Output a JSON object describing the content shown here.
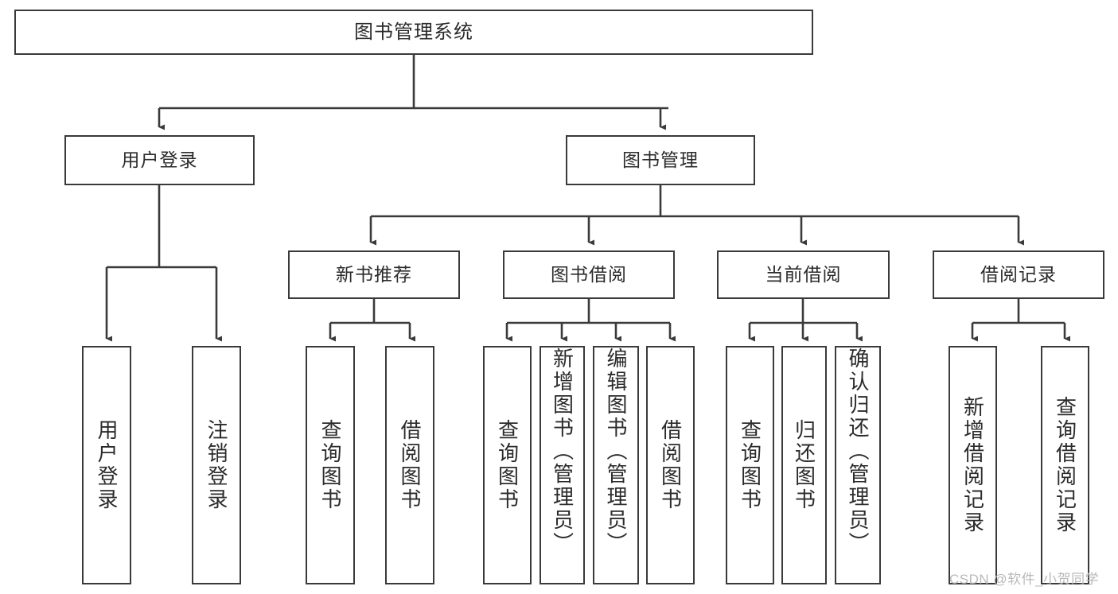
{
  "diagram": {
    "type": "hierarchy-tree",
    "title": "图书管理系统",
    "watermark": "CSDN @软件_小贺同学",
    "colors": {
      "box_border": "#3a3a3a",
      "box_fill": "#ffffff",
      "edge": "#3a3a3a",
      "text": "#2b2b2b",
      "watermark": "#b9b9b9",
      "background": "#ffffff"
    },
    "levels": {
      "root": {
        "label": "图书管理系统"
      },
      "level2": [
        {
          "label": "用户登录"
        },
        {
          "label": "图书管理"
        }
      ],
      "level3": [
        {
          "label": "新书推荐"
        },
        {
          "label": "图书借阅"
        },
        {
          "label": "当前借阅"
        },
        {
          "label": "借阅记录"
        }
      ],
      "leaves": {
        "user_login": [
          {
            "label": "用户登录"
          },
          {
            "label": "注销登录"
          }
        ],
        "new_book_recommend": [
          {
            "label": "查询图书"
          },
          {
            "label": "借阅图书"
          }
        ],
        "book_borrow": [
          {
            "label": "查询图书"
          },
          {
            "label": "新增图书（管理员）"
          },
          {
            "label": "编辑图书（管理员）"
          },
          {
            "label": "借阅图书"
          }
        ],
        "current_borrow": [
          {
            "label": "查询图书"
          },
          {
            "label": "归还图书"
          },
          {
            "label": "确认归还（管理员）"
          }
        ],
        "borrow_record": [
          {
            "label": "新增借阅记录"
          },
          {
            "label": "查询借阅记录"
          }
        ]
      }
    }
  }
}
